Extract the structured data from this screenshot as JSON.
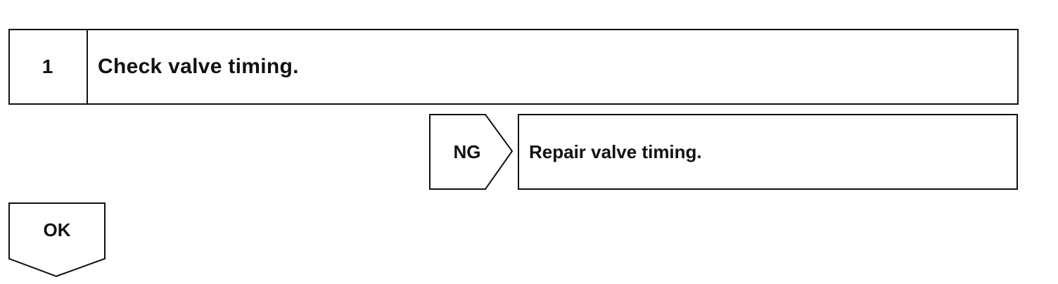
{
  "step": {
    "number": "1",
    "text": "Check valve timing."
  },
  "ng_branch": {
    "label": "NG",
    "result": "Repair valve timing."
  },
  "ok_branch": {
    "label": "OK"
  }
}
